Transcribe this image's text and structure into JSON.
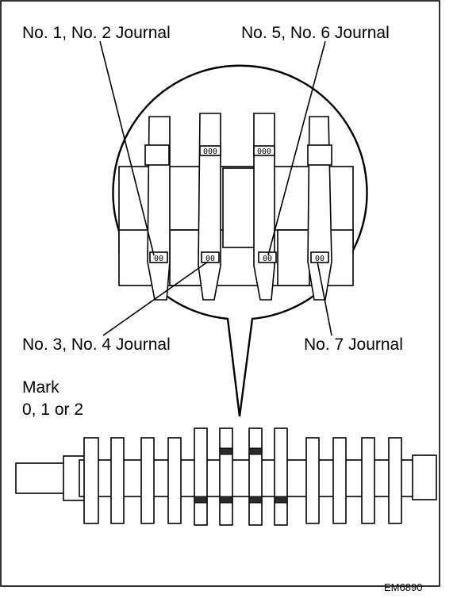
{
  "labels": {
    "journal_12": "No. 1, No. 2 Journal",
    "journal_56": "No. 5, No. 6 Journal",
    "journal_34": "No. 3, No. 4 Journal",
    "journal_7": "No. 7 Journal",
    "mark_line1": "Mark",
    "mark_line2": "0, 1 or 2",
    "figure_code": "EM6890"
  },
  "marks": {
    "journal_12": "00",
    "journal_34": "00",
    "journal_56": "00",
    "journal_7": "00",
    "upper_a": "000",
    "upper_b": "000"
  }
}
